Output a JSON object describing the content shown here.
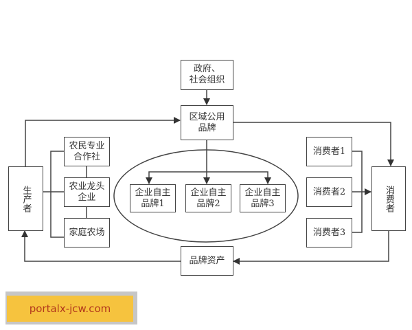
{
  "diagram": {
    "nodes": {
      "government": "政府、\n社会组织",
      "regional_brand": "区域公用\n品牌",
      "producer": "生产者",
      "cooperative": "农民专业\n合作社",
      "leading_enterprise": "农业龙头\n企业",
      "family_farm": "家庭农场",
      "enterprise_brand_1": "企业自主\n品牌1",
      "enterprise_brand_2": "企业自主\n品牌2",
      "enterprise_brand_3": "企业自主\n品牌3",
      "brand_assets": "品牌资产",
      "consumer_1": "消费者1",
      "consumer_2": "消费者2",
      "consumer_3": "消费者3",
      "consumer": "消费者"
    },
    "edges": [
      {
        "from": "government",
        "to": "regional_brand"
      },
      {
        "from": "producer",
        "to": "regional_brand"
      },
      {
        "from": "regional_brand",
        "to": "consumer"
      },
      {
        "from": "regional_brand",
        "to": "enterprise_brand_1",
        "bidirectional": true
      },
      {
        "from": "regional_brand",
        "to": "enterprise_brand_2",
        "bidirectional": true
      },
      {
        "from": "regional_brand",
        "to": "enterprise_brand_3",
        "bidirectional": true
      },
      {
        "from": "consumer_1",
        "to": "consumer"
      },
      {
        "from": "consumer_2",
        "to": "consumer"
      },
      {
        "from": "consumer_3",
        "to": "consumer"
      },
      {
        "from": "consumer",
        "to": "brand_assets"
      },
      {
        "from": "brand_assets",
        "to": "producer"
      },
      {
        "from": "producer",
        "to": "cooperative",
        "type": "line"
      },
      {
        "from": "producer",
        "to": "leading_enterprise",
        "type": "line"
      },
      {
        "from": "producer",
        "to": "family_farm",
        "type": "line"
      }
    ],
    "colors": {
      "stroke": "#444444",
      "text": "#333333",
      "watermark_bg": "#f6c33e",
      "watermark_border": "#c6c6c6",
      "watermark_text": "#b33a1c"
    }
  },
  "watermark": {
    "text": "portalx-jcw.com"
  }
}
